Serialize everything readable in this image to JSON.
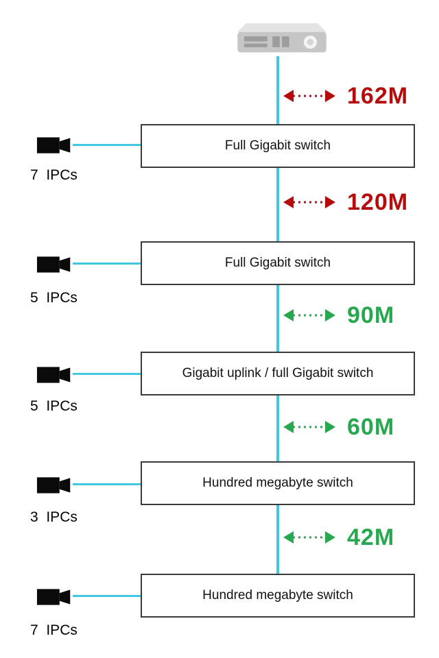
{
  "colors": {
    "cyan_link": "#41c7e0",
    "red_distance": "#b50d0d",
    "green_distance": "#27a84e",
    "box_border": "#3a3a3a"
  },
  "icons": {
    "device": "nvr-recorder-icon",
    "camera": "cctv-camera-icon",
    "link": "double-arrow-dotted-icon"
  },
  "rows": [
    {
      "distance": "162M",
      "distance_color": "#b50d0d",
      "switch_label": "Full Gigabit switch",
      "ipc_label": "7  IPCs"
    },
    {
      "distance": "120M",
      "distance_color": "#b50d0d",
      "switch_label": "Full Gigabit switch",
      "ipc_label": "5  IPCs"
    },
    {
      "distance": "90M",
      "distance_color": "#27a84e",
      "switch_label": "Gigabit uplink / full Gigabit switch",
      "ipc_label": "5  IPCs"
    },
    {
      "distance": "60M",
      "distance_color": "#27a84e",
      "switch_label": "Hundred megabyte switch",
      "ipc_label": "3  IPCs"
    },
    {
      "distance": "42M",
      "distance_color": "#27a84e",
      "switch_label": "Hundred megabyte switch",
      "ipc_label": "7  IPCs"
    }
  ]
}
